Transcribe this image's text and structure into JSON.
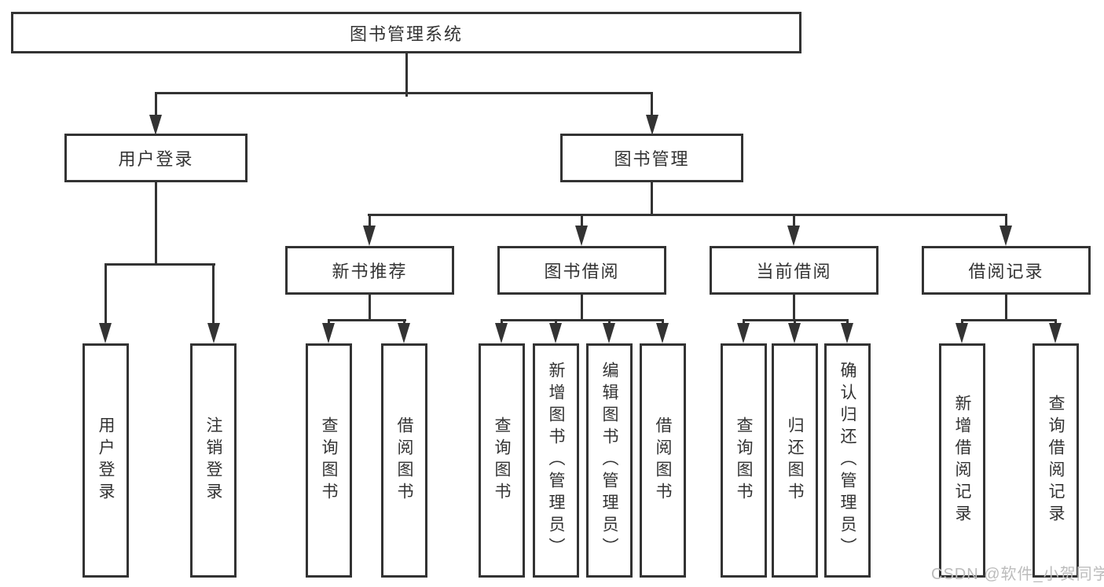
{
  "colors": {
    "background": "#ffffff",
    "line": "#333333",
    "text": "#333333",
    "watermark": "#bcbcbc"
  },
  "tree": {
    "root": {
      "label": "图书管理系统"
    },
    "branches": [
      {
        "label": "用户登录",
        "children": [
          {
            "label": "用户登录"
          },
          {
            "label": "注销登录"
          }
        ]
      },
      {
        "label": "图书管理",
        "sections": [
          {
            "label": "新书推荐",
            "children": [
              {
                "label": "查询图书"
              },
              {
                "label": "借阅图书"
              }
            ]
          },
          {
            "label": "图书借阅",
            "children": [
              {
                "label": "查询图书"
              },
              {
                "label": "新增图书（管理员）"
              },
              {
                "label": "编辑图书（管理员）"
              },
              {
                "label": "借阅图书"
              }
            ]
          },
          {
            "label": "当前借阅",
            "children": [
              {
                "label": "查询图书"
              },
              {
                "label": "归还图书"
              },
              {
                "label": "确认归还（管理员）"
              }
            ]
          },
          {
            "label": "借阅记录",
            "children": [
              {
                "label": "新增借阅记录"
              },
              {
                "label": "查询借阅记录"
              }
            ]
          }
        ]
      }
    ]
  },
  "watermark": {
    "text": "CSDN @软件_小贺同学"
  }
}
